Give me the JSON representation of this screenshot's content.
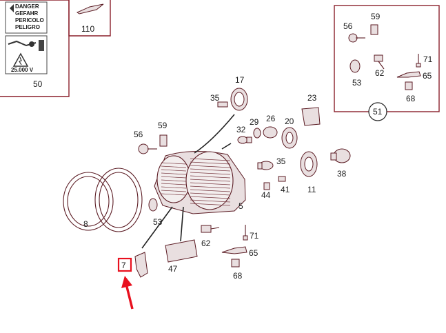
{
  "warning_label": {
    "lines": [
      "DANGER",
      "GEFAHR",
      "PERICOLO",
      "PELIGRO"
    ],
    "voltage": "25.000 V"
  },
  "boxes": {
    "label_set": "50",
    "small_part": "110",
    "kit": "51"
  },
  "callouts": {
    "p17": "17",
    "p35a": "35",
    "p23": "23",
    "p32": "32",
    "p29": "29",
    "p26": "26",
    "p20": "20",
    "p56a": "56",
    "p59a": "59",
    "p8": "8",
    "p53a": "53",
    "p5": "5",
    "p35b": "35",
    "p41": "41",
    "p44": "44",
    "p11": "11",
    "p38": "38",
    "p62a": "62",
    "p71a": "71",
    "p65a": "65",
    "p68a": "68",
    "p47": "47",
    "p7": "7",
    "p56b": "56",
    "p59b": "59",
    "p71b": "71",
    "p62b": "62",
    "p65b": "65",
    "p53b": "53",
    "p68b": "68"
  },
  "highlight": {
    "part": "7",
    "color": "#e8101e"
  }
}
